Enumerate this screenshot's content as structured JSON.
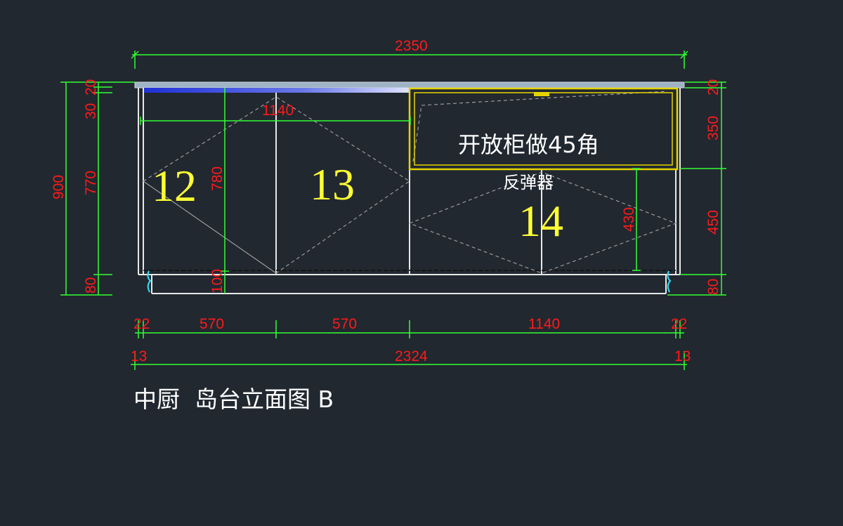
{
  "drawing": {
    "title": "中厨  岛台立面图 B",
    "overall_width": "2350",
    "cabinet_labels": [
      "12",
      "13",
      "14"
    ],
    "open_cabinet_note": "开放柜做45角",
    "rebounder_note": "反弹器",
    "inner_dims": {
      "top_span": "1140",
      "door_height": "780",
      "toe_kick": "100",
      "right_open": "430"
    },
    "left_dims": {
      "total": "900",
      "top_20": "20",
      "top_30": "30",
      "mid_770": "770",
      "bottom_80": "80"
    },
    "right_dims": {
      "top_20": "20",
      "upper_350": "350",
      "middle_450": "450",
      "bottom_80": "80"
    },
    "bottom_dims": {
      "row1": [
        "22",
        "570",
        "570",
        "1140",
        "22"
      ],
      "row2": [
        "13",
        "2324",
        "13"
      ]
    },
    "colors": {
      "background": "#212830",
      "dimension_line": "#33ff33",
      "dimension_text": "#ff1a1a",
      "cabinet_number": "#ffff33",
      "outline": "#e8e8e8",
      "open_cabinet_frame": "#e6d400"
    }
  }
}
